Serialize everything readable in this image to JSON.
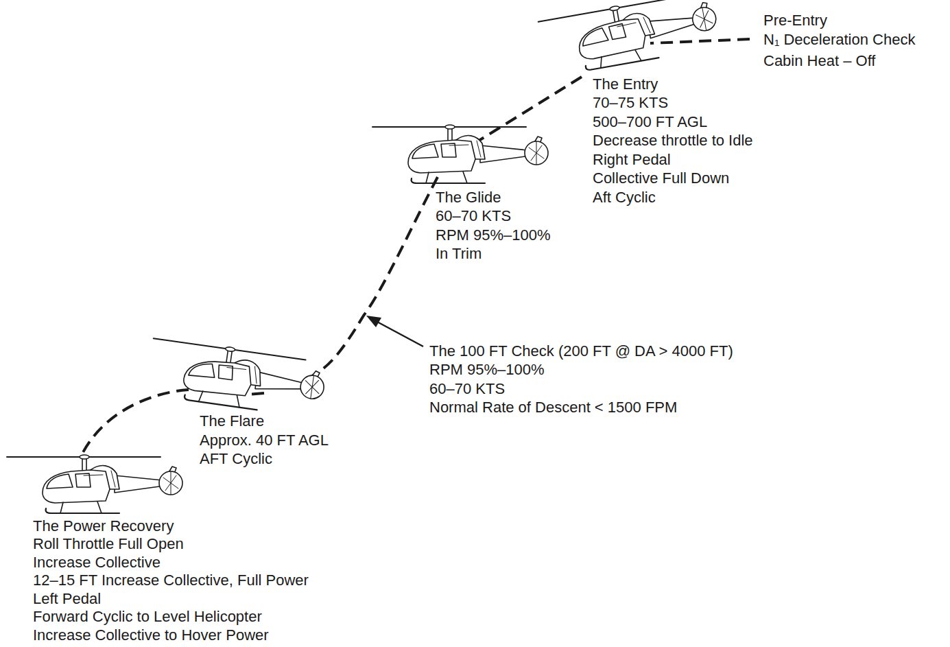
{
  "diagram": {
    "labels": [
      "Pre-Entry",
      "N₁ Deceleration Check",
      "Cabin Heat – Off",
      "The Entry",
      "70–75 KTS",
      "500–700 FT AGL",
      "Decrease throttle to Idle",
      "Right Pedal",
      "Collective Full Down",
      "Aft Cyclic",
      "The Glide",
      "60–70 KTS",
      "RPM 95%–100%",
      "In Trim",
      "The 100 FT Check (200 FT @ DA > 4000 FT)",
      "RPM 95%–100%",
      "60–70 KTS",
      "Normal Rate of Descent < 1500 FPM",
      "The Flare",
      "Approx. 40 FT AGL",
      "AFT Cyclic",
      "The Power Recovery",
      "Roll Throttle Full Open",
      "Increase Collective",
      "12–15 FT Increase Collective, Full Power",
      "Left Pedal",
      "Forward Cyclic to Level Helicopter",
      "Increase Collective to Hover Power"
    ]
  }
}
